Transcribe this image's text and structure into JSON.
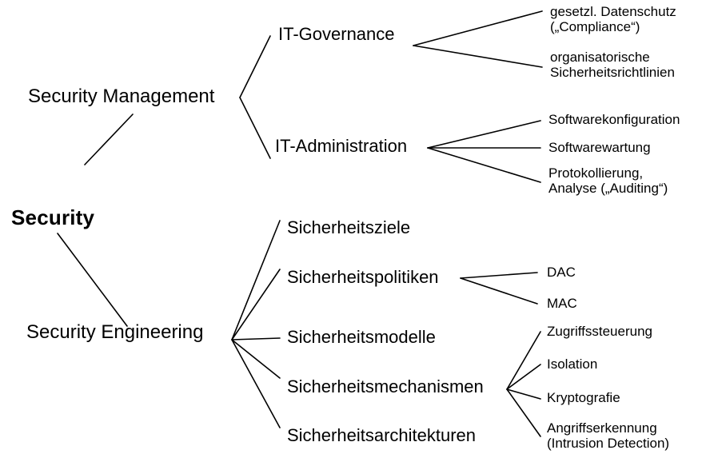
{
  "diagram": {
    "title": "Security",
    "type": "tree-taxonomy",
    "language": "de",
    "colors": {
      "background": "#ffffff",
      "text": "#000000",
      "edge": "#000000"
    },
    "root": {
      "label": "Security"
    },
    "branches": {
      "security_management": {
        "label": "Security Management",
        "children": {
          "it_governance": {
            "label": "IT-Governance",
            "leaves": [
              {
                "line1": "gesetzl. Datenschutz",
                "line2": "(„Compliance“)"
              },
              {
                "line1": "organisatorische",
                "line2": "Sicherheitsrichtlinien"
              }
            ]
          },
          "it_administration": {
            "label": "IT-Administration",
            "leaves": [
              {
                "line1": "Softwarekonfiguration",
                "line2": ""
              },
              {
                "line1": "Softwarewartung",
                "line2": ""
              },
              {
                "line1": "Protokollierung,",
                "line2": "Analyse („Auditing“)"
              }
            ]
          }
        }
      },
      "security_engineering": {
        "label": "Security Engineering",
        "children": {
          "sicherheitsziele": {
            "label": "Sicherheitsziele",
            "leaves": []
          },
          "sicherheitspolitiken": {
            "label": "Sicherheitspolitiken",
            "leaves": [
              {
                "line1": "DAC",
                "line2": ""
              },
              {
                "line1": "MAC",
                "line2": ""
              }
            ]
          },
          "sicherheitsmodelle": {
            "label": "Sicherheitsmodelle",
            "leaves": []
          },
          "sicherheitsmechanismen": {
            "label": "Sicherheitsmechanismen",
            "leaves": [
              {
                "line1": "Zugriffssteuerung",
                "line2": ""
              },
              {
                "line1": "Isolation",
                "line2": ""
              },
              {
                "line1": "Kryptografie",
                "line2": ""
              },
              {
                "line1": "Angriffserkennung",
                "line2": "(Intrusion Detection)"
              }
            ]
          },
          "sicherheitsarchitekturen": {
            "label": "Sicherheitsarchitekturen",
            "leaves": []
          }
        }
      }
    }
  }
}
